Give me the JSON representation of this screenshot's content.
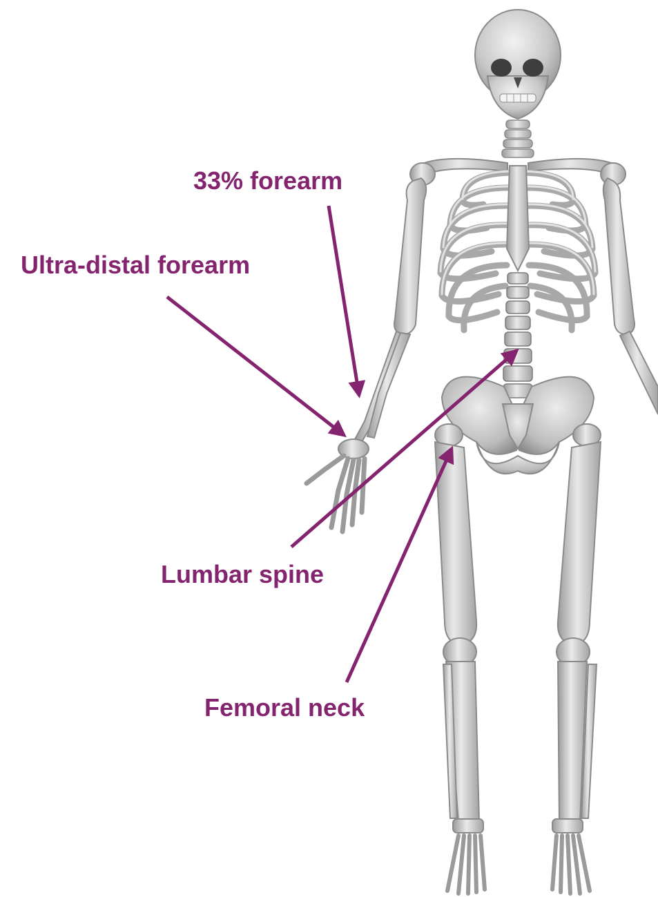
{
  "colors": {
    "label": "#84246f",
    "arrow": "#84246f",
    "bone_light": "#e6e6e6",
    "bone_mid": "#bdbdbd",
    "bone_dark": "#8a8a8a",
    "background": "#ffffff"
  },
  "figure": {
    "subject": "skeleton"
  },
  "labels": {
    "forearm_33": "33% forearm",
    "ultra_distal": "Ultra-distal forearm",
    "lumbar_spine": "Lumbar spine",
    "femoral_neck": "Femoral neck"
  }
}
